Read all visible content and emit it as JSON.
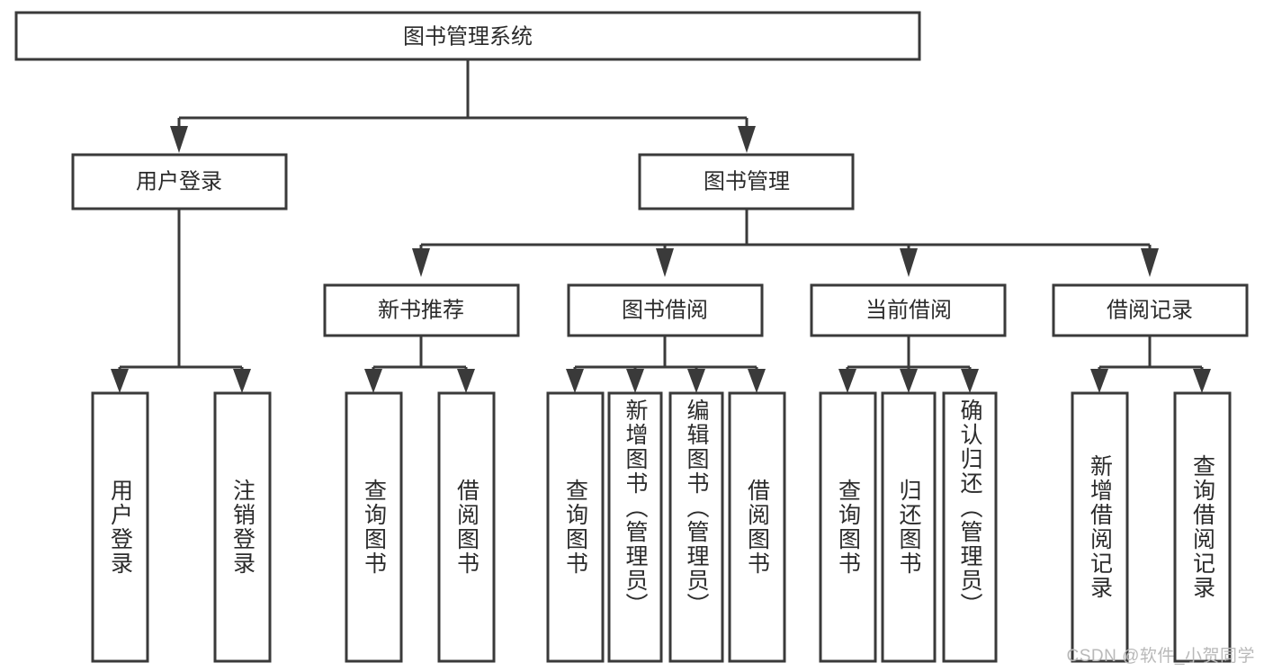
{
  "diagram": {
    "title": "图书管理系统",
    "type": "hierarchy-tree",
    "orientation": "top-down",
    "colors": {
      "background": "#ffffff",
      "box_fill": "#ffffff",
      "box_stroke": "#3a3a3a",
      "connector": "#3a3a3a",
      "text": "#2b2b2b",
      "watermark": "#b9b9b9"
    },
    "levels": {
      "root": {
        "label": "图书管理系统",
        "text_direction": "horizontal"
      },
      "level2": [
        {
          "label": "用户登录",
          "text_direction": "horizontal"
        },
        {
          "label": "图书管理",
          "text_direction": "horizontal"
        }
      ],
      "level3": [
        {
          "label": "新书推荐",
          "text_direction": "horizontal",
          "parent": "图书管理"
        },
        {
          "label": "图书借阅",
          "text_direction": "horizontal",
          "parent": "图书管理"
        },
        {
          "label": "当前借阅",
          "text_direction": "horizontal",
          "parent": "图书管理"
        },
        {
          "label": "借阅记录",
          "text_direction": "horizontal",
          "parent": "图书管理"
        }
      ],
      "leaves": [
        {
          "label": "用户登录",
          "text_direction": "vertical",
          "parent": "用户登录"
        },
        {
          "label": "注销登录",
          "text_direction": "vertical",
          "parent": "用户登录"
        },
        {
          "label": "查询图书",
          "text_direction": "vertical",
          "parent": "新书推荐"
        },
        {
          "label": "借阅图书",
          "text_direction": "vertical",
          "parent": "新书推荐"
        },
        {
          "label": "查询图书",
          "text_direction": "vertical",
          "parent": "图书借阅"
        },
        {
          "label": "新增图书（管理员）",
          "text_direction": "vertical",
          "parent": "图书借阅"
        },
        {
          "label": "编辑图书（管理员）",
          "text_direction": "vertical",
          "parent": "图书借阅"
        },
        {
          "label": "借阅图书",
          "text_direction": "vertical",
          "parent": "图书借阅"
        },
        {
          "label": "查询图书",
          "text_direction": "vertical",
          "parent": "当前借阅"
        },
        {
          "label": "归还图书",
          "text_direction": "vertical",
          "parent": "当前借阅"
        },
        {
          "label": "确认归还（管理员）",
          "text_direction": "vertical",
          "parent": "当前借阅"
        },
        {
          "label": "新增借阅记录",
          "text_direction": "vertical",
          "parent": "借阅记录"
        },
        {
          "label": "查询借阅记录",
          "text_direction": "vertical",
          "parent": "借阅记录"
        }
      ]
    }
  },
  "watermark": {
    "text": "CSDN @软件_小贺同学"
  }
}
